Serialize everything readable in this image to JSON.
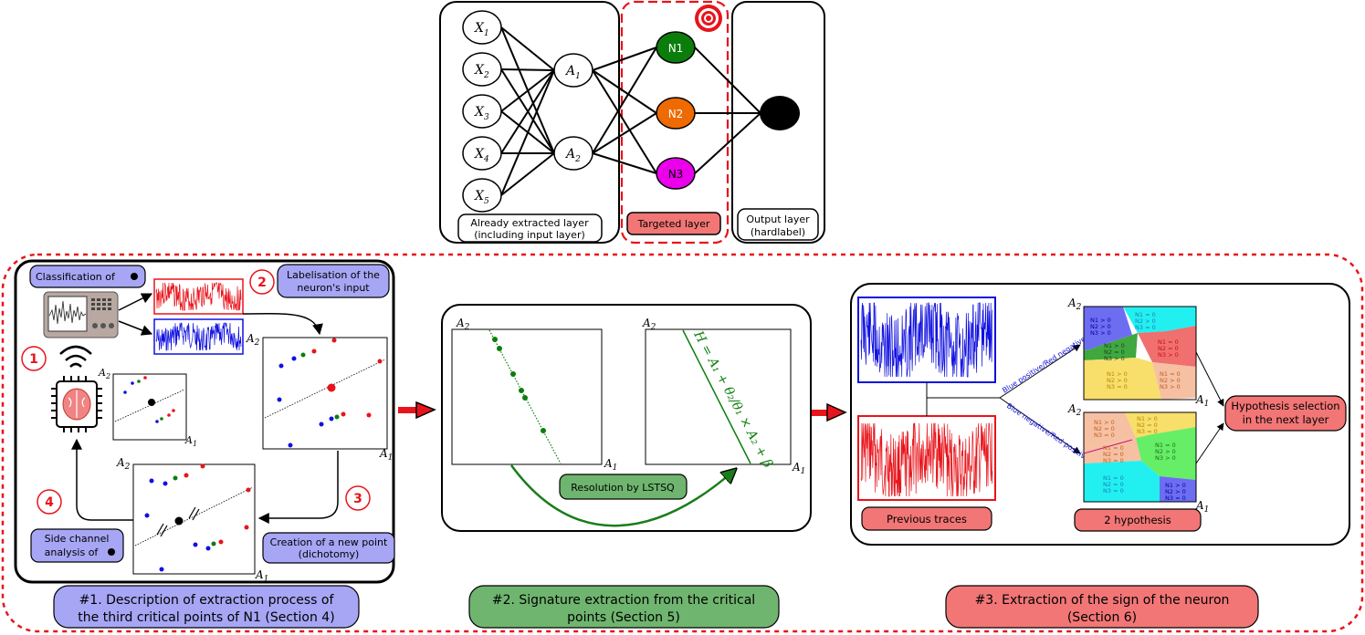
{
  "network": {
    "inputs": [
      "X",
      "X",
      "X",
      "X",
      "X"
    ],
    "input_subscripts": [
      "1",
      "2",
      "3",
      "4",
      "5"
    ],
    "hidden_label": "A",
    "hidden_subscripts": [
      "1",
      "2"
    ],
    "targeted_neurons": [
      "N1",
      "N2",
      "N3"
    ],
    "colors": {
      "N1": "#0a7d0a",
      "N2": "#ef6a00",
      "N3": "#ea00ea",
      "output": "#000000"
    },
    "extracted_label_line1": "Already extracted layer",
    "extracted_label_line2": "(including input layer)",
    "targeted_label": "Targeted layer",
    "output_label_line1": "Output layer",
    "output_label_line2": "(hardlabel)"
  },
  "panel1": {
    "classification_label": "Classification of",
    "labelisation_line1": "Labelisation of the",
    "labelisation_line2": "neuron's input",
    "creation_line1": "Creation of a new point",
    "creation_line2": "(dichotomy)",
    "side_channel_line1": "Side channel",
    "side_channel_line2": "analysis of",
    "steps": [
      "1",
      "2",
      "3",
      "4"
    ],
    "axis_a": "A",
    "axis_sub1": "1",
    "axis_sub2": "2",
    "caption_line1": "#1. Description of extraction process of",
    "caption_line2": "the third critical points of N1 (Section 4)"
  },
  "panel2": {
    "lstsq_label": "Resolution by LSTSQ",
    "equation": "H = A₁ + θ₂/θ₁ × A₂ + β",
    "caption_line1": "#2. Signature extraction from the critical",
    "caption_line2": "points (Section 5)"
  },
  "panel3": {
    "previous_traces": "Previous traces",
    "two_hypothesis": "2 hypothesis",
    "selection_line1": "Hypothesis selection",
    "selection_line2": "in the next layer",
    "blue_pos": "Blue positive/Red negative",
    "blue_neg": "Blue negative/Red positive",
    "region_texts": {
      "a": [
        "N1 > 0",
        "N2 > 0",
        "N3 > 0"
      ],
      "b": [
        "N1 = 0",
        "N2 > 0",
        "N3 = 0"
      ],
      "c": [
        "N1 > 0",
        "N2 = 0",
        "N3 > 0"
      ],
      "d": [
        "N1 = 0",
        "N2 = 0",
        "N3 > 0"
      ],
      "e": [
        "N1 > 0",
        "N2 > 0",
        "N3 = 0"
      ],
      "f": [
        "N1 = 0",
        "N2 > 0",
        "N3 > 0"
      ],
      "g": [
        "N1 > 0",
        "N2 = 0",
        "N3 = 0"
      ],
      "h": [
        "N1 > 0",
        "N2 = 0",
        "N3 = 0"
      ],
      "i": [
        "N1 = 0",
        "N2 = 0",
        "N3 = 0"
      ],
      "j": [
        "N1 = 0",
        "N2 > 0",
        "N3 > 0"
      ],
      "k": [
        "N1 = 0",
        "N2 = 0",
        "N3 = 0"
      ],
      "l": [
        "N1 > 0",
        "N2 > 0",
        "N3 = 0"
      ],
      "m": [
        "N1 = 0",
        "N2 = 0",
        "N3 > 0"
      ],
      "n": [
        "N1 > 0",
        "N2 > 0",
        "N3 > 0"
      ]
    },
    "caption_line1": "#3. Extraction of the sign of the neuron",
    "caption_line2": "(Section 6)"
  }
}
